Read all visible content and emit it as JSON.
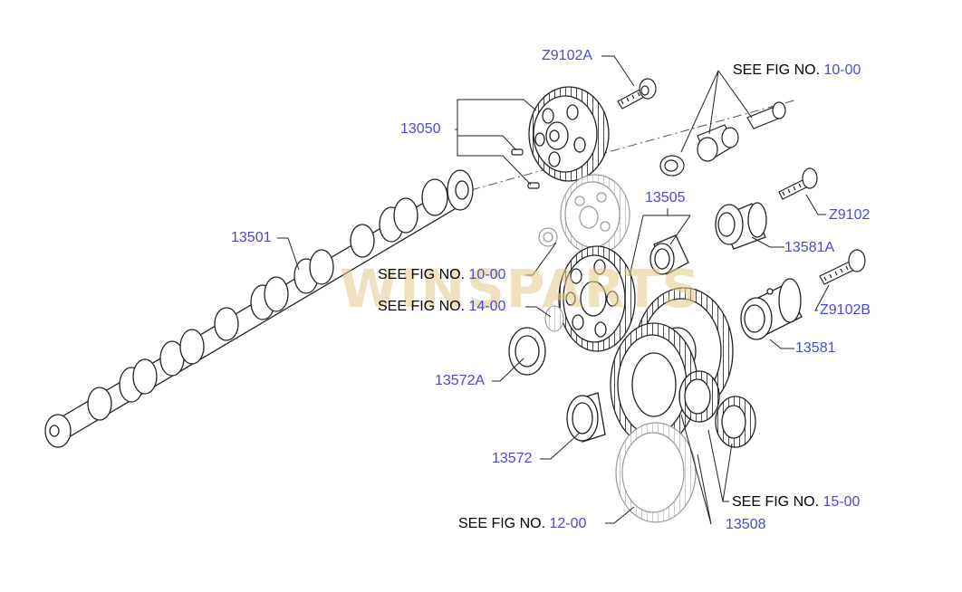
{
  "colors": {
    "part_number": "#4a4ad0",
    "see_text": "#000000",
    "watermark": "#e2c98c",
    "line": "#222222"
  },
  "watermark": {
    "text": "WINSPARTS"
  },
  "labels": {
    "z9102a": "Z9102A",
    "n13050": "13050",
    "n13501": "13501",
    "n13505": "13505",
    "z9102": "Z9102",
    "n13581a": "13581A",
    "z9102b": "Z9102B",
    "n13581": "13581",
    "n13572a": "13572A",
    "n13572": "13572",
    "n13508": "13508"
  },
  "see_fig": {
    "prefix": "SEE FIG NO.",
    "ref_top": "10-00",
    "ref_left_a": "10-00",
    "ref_left_b": "14-00",
    "ref_right_bottom": "15-00",
    "ref_bottom": "12-00"
  }
}
